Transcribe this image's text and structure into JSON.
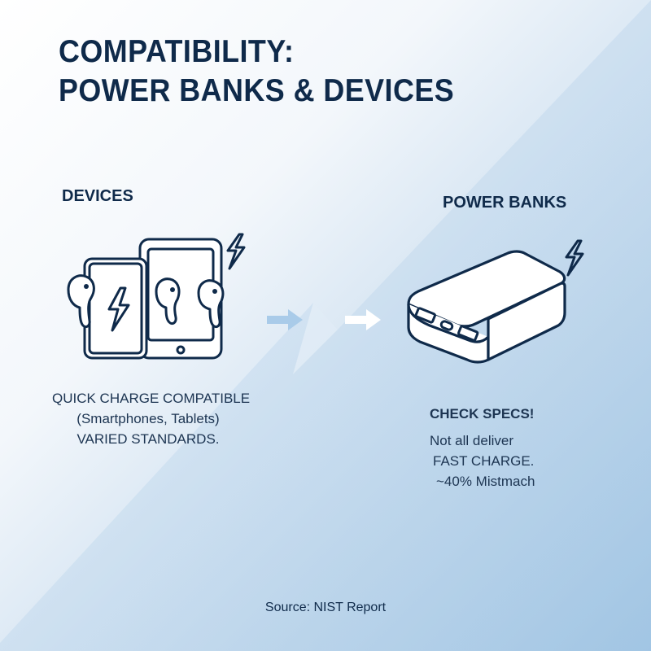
{
  "title": {
    "line1": "COMPATIBILITY:",
    "line2": "POWER BANKS & DEVICES"
  },
  "devices": {
    "heading": "DEVICES",
    "caption_line1": "QUICK CHARGE COMPATIBLE",
    "caption_line2": "(Smartphones, Tablets)",
    "caption_line3": "VARIED STANDARDS."
  },
  "power_banks": {
    "heading": "POWER BANKS",
    "check_specs": "CHECK SPECS!",
    "line1": "Not all deliver",
    "line2": "FAST CHARGE.",
    "line3": "~40% Mistmach"
  },
  "source": "Source: NIST Report",
  "colors": {
    "navy": "#0f2a4a",
    "arrow_light_blue": "#a9cbe9",
    "arrow_white": "#ffffff",
    "background_light": "#ffffff",
    "background_blue": "#9fc4e3"
  },
  "icons": [
    "smartphone-icon",
    "tablet-icon",
    "earbud-icon",
    "lightning-bolt-icon",
    "arrow-right-icon",
    "power-bank-icon"
  ]
}
